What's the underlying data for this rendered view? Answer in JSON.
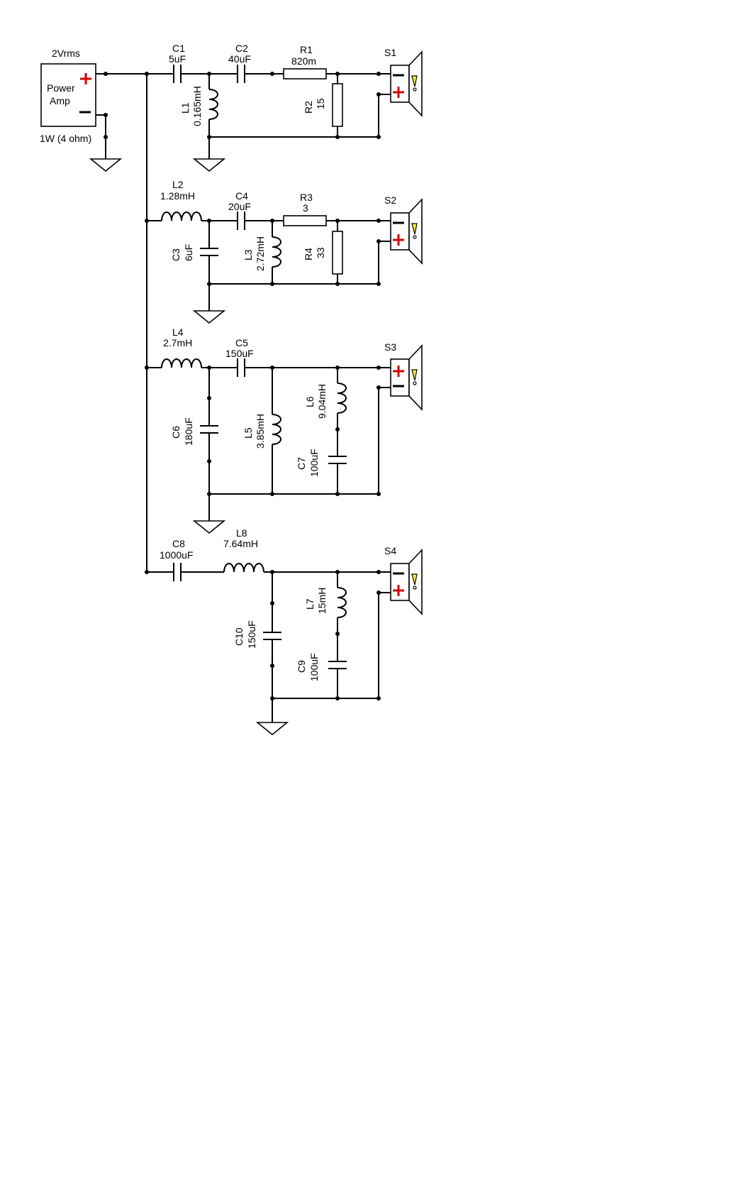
{
  "source": {
    "name": "2Vrms",
    "line1": "Power",
    "line2": "Amp",
    "rating": "1W (4 ohm)",
    "plus_color": "#d40000"
  },
  "parts": {
    "C1": {
      "ref": "C1",
      "value": "5uF"
    },
    "C2": {
      "ref": "C2",
      "value": "40uF"
    },
    "R1": {
      "ref": "R1",
      "value": "820m"
    },
    "L1": {
      "ref": "L1",
      "value": "0.165mH"
    },
    "R2": {
      "ref": "R2",
      "value": "15"
    },
    "L2": {
      "ref": "L2",
      "value": "1.28mH"
    },
    "C4": {
      "ref": "C4",
      "value": "20uF"
    },
    "R3": {
      "ref": "R3",
      "value": "3"
    },
    "C3": {
      "ref": "C3",
      "value": "6uF"
    },
    "L3": {
      "ref": "L3",
      "value": "2.72mH"
    },
    "R4": {
      "ref": "R4",
      "value": "33"
    },
    "L4": {
      "ref": "L4",
      "value": "2.7mH"
    },
    "C5": {
      "ref": "C5",
      "value": "150uF"
    },
    "C6": {
      "ref": "C6",
      "value": "180uF"
    },
    "L5": {
      "ref": "L5",
      "value": "3.85mH"
    },
    "L6": {
      "ref": "L6",
      "value": "9.04mH"
    },
    "C7": {
      "ref": "C7",
      "value": "100uF"
    },
    "C8": {
      "ref": "C8",
      "value": "1000uF"
    },
    "L8": {
      "ref": "L8",
      "value": "7.64mH"
    },
    "C10": {
      "ref": "C10",
      "value": "150uF"
    },
    "L7": {
      "ref": "L7",
      "value": "15mH"
    },
    "C9": {
      "ref": "C9",
      "value": "100uF"
    }
  },
  "speakers": {
    "S1": {
      "ref": "S1"
    },
    "S2": {
      "ref": "S2"
    },
    "S3": {
      "ref": "S3"
    },
    "S4": {
      "ref": "S4"
    }
  },
  "colors": {
    "wire": "#000000",
    "plus": "#d40000",
    "warning_fill": "#ffee33"
  }
}
